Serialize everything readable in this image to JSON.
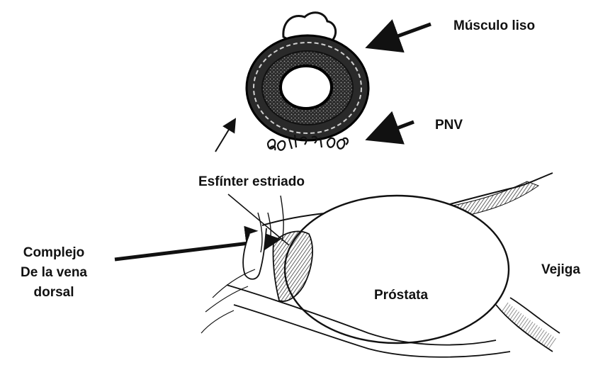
{
  "labels": {
    "smooth_muscle": "Músculo liso",
    "pnv": "PNV",
    "striated_sphincter": "Esfínter estriado",
    "dorsal_vein_line1": "Complejo",
    "dorsal_vein_line2": "De la vena",
    "dorsal_vein_line3": "dorsal",
    "prostate": "Próstata",
    "bladder": "Vejiga"
  },
  "colors": {
    "ink": "#111111",
    "background": "#ffffff",
    "stipple": "#9a9a9a"
  }
}
